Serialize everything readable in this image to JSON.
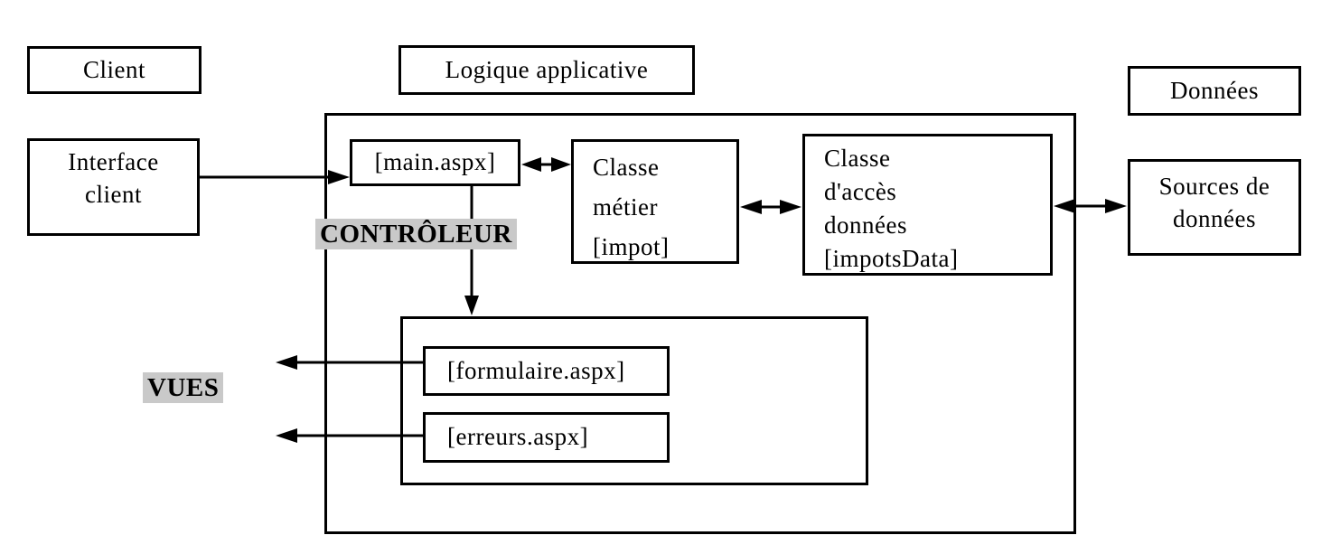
{
  "colors": {
    "highlight": "#c9c9c9",
    "line": "#000000",
    "background": "#ffffff"
  },
  "tiers": {
    "client": "Client",
    "logique": "Logique applicative",
    "donnees": "Données"
  },
  "nodes": {
    "interface": {
      "lines": [
        "Interface",
        "client"
      ]
    },
    "main": {
      "label": "[main.aspx]"
    },
    "metier": {
      "lines": [
        "Classe",
        "métier",
        "[impot]"
      ]
    },
    "acces": {
      "lines": [
        "Classe",
        "d'accès",
        "données",
        "[impotsData]"
      ]
    },
    "sources": {
      "lines": [
        "Sources de",
        "données"
      ]
    },
    "formulaire": {
      "label": "[formulaire.aspx]"
    },
    "erreurs": {
      "label": "[erreurs.aspx]"
    }
  },
  "labels": {
    "controleur": "CONTRÔLEUR",
    "vues": "VUES"
  },
  "connections": [
    {
      "from": "interface-client",
      "to": "main.aspx",
      "type": "bidirectional"
    },
    {
      "from": "main.aspx",
      "to": "classe-metier",
      "type": "bidirectional"
    },
    {
      "from": "classe-metier",
      "to": "classe-acces-donnees",
      "type": "bidirectional"
    },
    {
      "from": "classe-acces-donnees",
      "to": "sources-de-donnees",
      "type": "bidirectional"
    },
    {
      "from": "main.aspx",
      "to": "vues-container",
      "type": "directed-down"
    },
    {
      "from": "formulaire.aspx",
      "to": "client-side",
      "type": "directed-left"
    },
    {
      "from": "erreurs.aspx",
      "to": "client-side",
      "type": "directed-left"
    }
  ]
}
